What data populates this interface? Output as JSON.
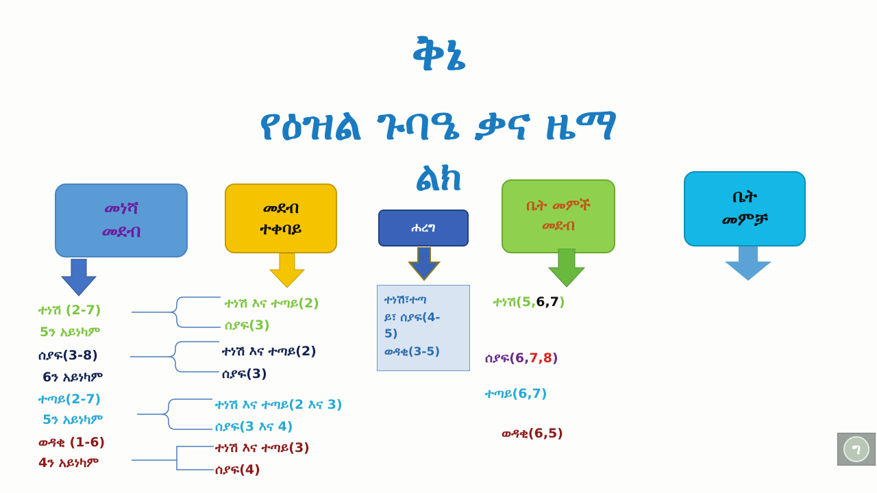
{
  "title": "ቅኔ",
  "subtitle_line1": "የዕዝል ጉባዔ ቃና ዜማ",
  "subtitle_line2": "ልክ",
  "boxes": {
    "menesha": {
      "line1": "መነሻ",
      "line2": "መደብ"
    },
    "medeb": {
      "line1": "መደብ",
      "line2": "ተቀባይ"
    },
    "hareg": {
      "label": "ሐረግ"
    },
    "bet_memech": {
      "line1": "ቤት መምች",
      "line2": "መደብ"
    },
    "bet_memecha": {
      "line1": "ቤት",
      "line2": "መምቻ"
    }
  },
  "col1": [
    {
      "text": "ተነሽ (2-7)",
      "color": "green"
    },
    {
      "text": "5ን አይነካም",
      "color": "green"
    },
    {
      "text": "ሰያፍ(3-8)",
      "color": "navy"
    },
    {
      "text": "6ን አይነካም",
      "color": "navy"
    },
    {
      "text": "ተጣይ(2-7)",
      "color": "cyan"
    },
    {
      "text": "5ን አይነካም",
      "color": "cyan"
    },
    {
      "text": "ወዳቂ (1-6)",
      "color": "maroon"
    },
    {
      "text": "4ን አይነካም",
      "color": "maroon"
    }
  ],
  "col2": [
    {
      "text": "ተነሽ እና ተጣይ(2)",
      "color": "green"
    },
    {
      "text": "ሰያፍ(3)",
      "color": "green"
    },
    {
      "text": "ተነሽ እና ተጣይ(2)",
      "color": "navy"
    },
    {
      "text": "ሰያፍ(3)",
      "color": "navy"
    },
    {
      "text": "ተነሽ እና ተጣይ(2 እና 3)",
      "color": "cyan"
    },
    {
      "text": "ሰያፍ(3 እና 4)",
      "color": "cyan"
    },
    {
      "text": "ተነሽ እና ተጣይ(3)",
      "color": "maroon"
    },
    {
      "text": "ሰያፍ(4)",
      "color": "maroon"
    }
  ],
  "hareg_box": [
    "ተነሽ፣ተጣ",
    "ይ፣ ሰያፍ(4-",
    "5)",
    "ወዳቂ(3-5)"
  ],
  "col4": {
    "tenesh": {
      "label": "ተነሽ(5,",
      "nums": "6,7",
      "close": ")"
    },
    "seyaf": {
      "label": "ሰያፍ(6,",
      "nums": "7,8",
      "close": ")"
    },
    "tetay": "ተጣይ(6,7)",
    "wedaki": "ወዳቂ(6,5)"
  },
  "logo_glyph": "ግ",
  "colors": {
    "title": "#1a7bc0",
    "menesha_box": "#5b9bd5",
    "medeb_box": "#f5c400",
    "hareg_box": "#3a63b8",
    "bet_memech_box": "#8fd14f",
    "bet_memecha_box": "#14b8e6"
  }
}
